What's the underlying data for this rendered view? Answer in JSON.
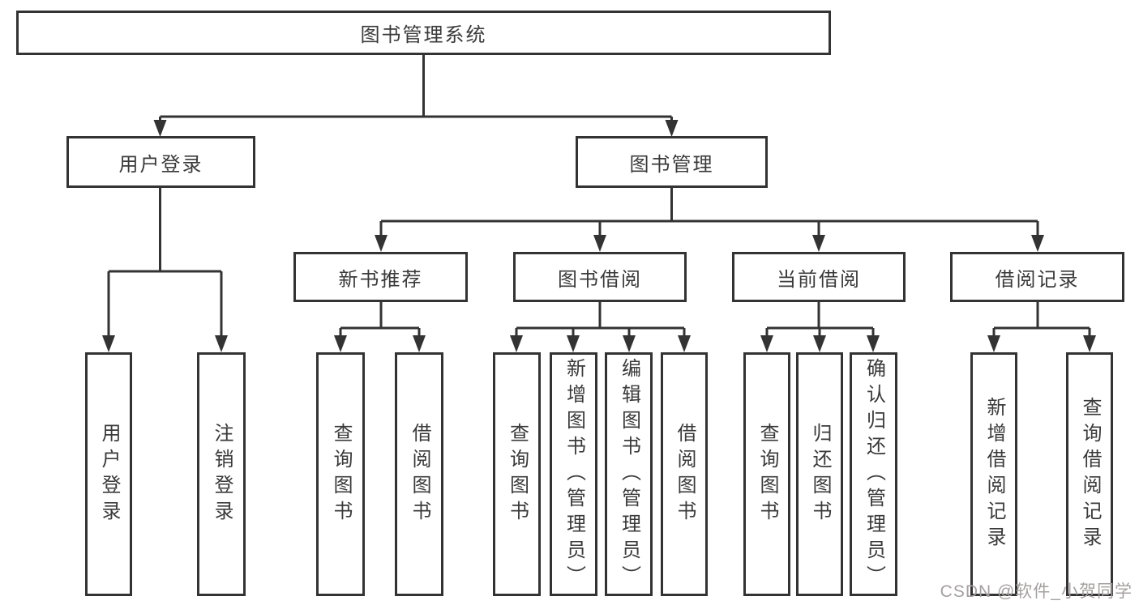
{
  "tree": {
    "root": "图书管理系统",
    "children": [
      {
        "label": "用户登录",
        "children": [
          {
            "label": "用户登录"
          },
          {
            "label": "注销登录"
          }
        ]
      },
      {
        "label": "图书管理",
        "children": [
          {
            "label": "新书推荐",
            "children": [
              {
                "label": "查询图书"
              },
              {
                "label": "借阅图书"
              }
            ]
          },
          {
            "label": "图书借阅",
            "children": [
              {
                "label": "查询图书"
              },
              {
                "label": "新增图书（管理员）"
              },
              {
                "label": "编辑图书（管理员）"
              },
              {
                "label": "借阅图书"
              }
            ]
          },
          {
            "label": "当前借阅",
            "children": [
              {
                "label": "查询图书"
              },
              {
                "label": "归还图书"
              },
              {
                "label": "确认归还（管理员）"
              }
            ]
          },
          {
            "label": "借阅记录",
            "children": [
              {
                "label": "新增借阅记录"
              },
              {
                "label": "查询借阅记录"
              }
            ]
          }
        ]
      }
    ]
  },
  "watermark": {
    "text": "CSDN @软件_小贺同学"
  },
  "colors": {
    "line": "#333333",
    "box_border": "#333333",
    "text": "#3a3a3a",
    "watermark": "#a5a0a0",
    "background": "#ffffff"
  }
}
